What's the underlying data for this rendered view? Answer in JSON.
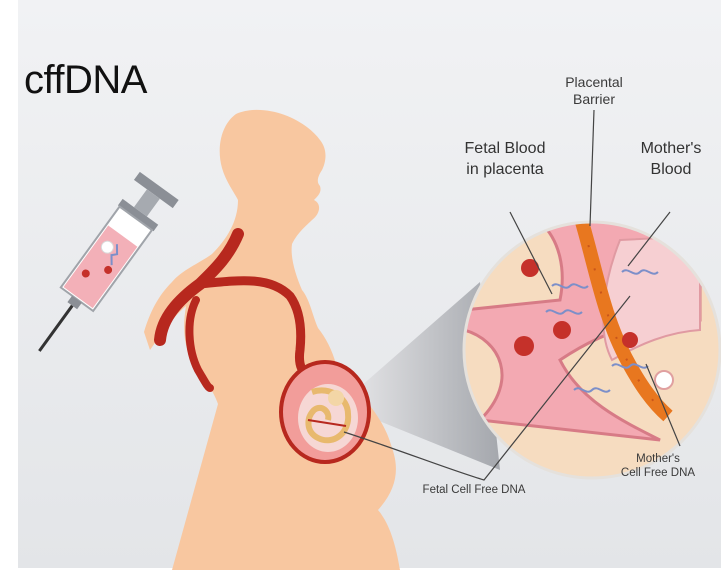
{
  "title": "cffDNA",
  "labels": {
    "placental_barrier": [
      "Placental",
      "Barrier"
    ],
    "fetal_blood": [
      "Fetal Blood",
      "in placenta"
    ],
    "mothers_blood": [
      "Mother's",
      "Blood"
    ],
    "fetal_cffdna": "Fetal Cell Free DNA",
    "mothers_cffdna": [
      "Mother's",
      "Cell Free DNA"
    ]
  },
  "colors": {
    "silhouette": "#f8c7a0",
    "artery": "#b7281e",
    "placenta_bg": "#f6dcc0",
    "fetal_blood": "#f3a9b2",
    "barrier": "#e8771f",
    "dna": "#7c8fc9"
  }
}
